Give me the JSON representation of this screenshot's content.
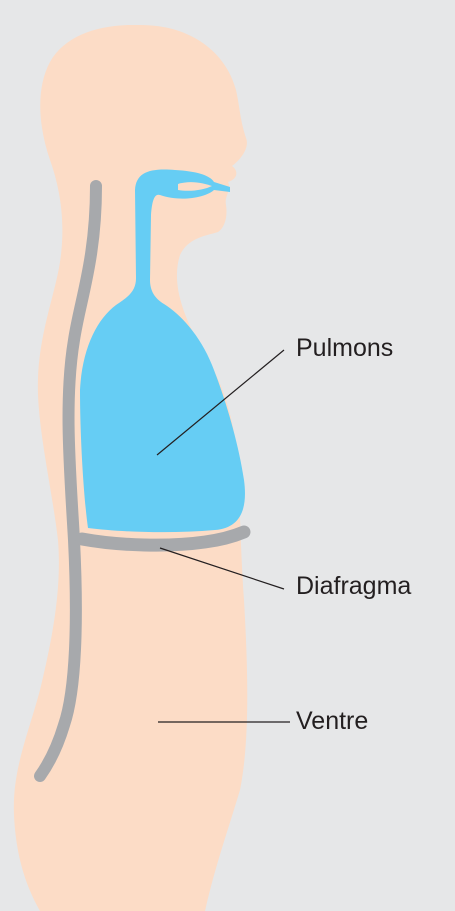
{
  "labels": {
    "lungs": "Pulmons",
    "diaphragm": "Diafragma",
    "belly": "Ventre"
  },
  "colors": {
    "background": "#e6e7e8",
    "body": "#fcdcc6",
    "lungs_airway": "#66cdf4",
    "spine_diaphragm": "#a7a9ac",
    "leader_line": "#231f20",
    "text": "#231f20"
  }
}
